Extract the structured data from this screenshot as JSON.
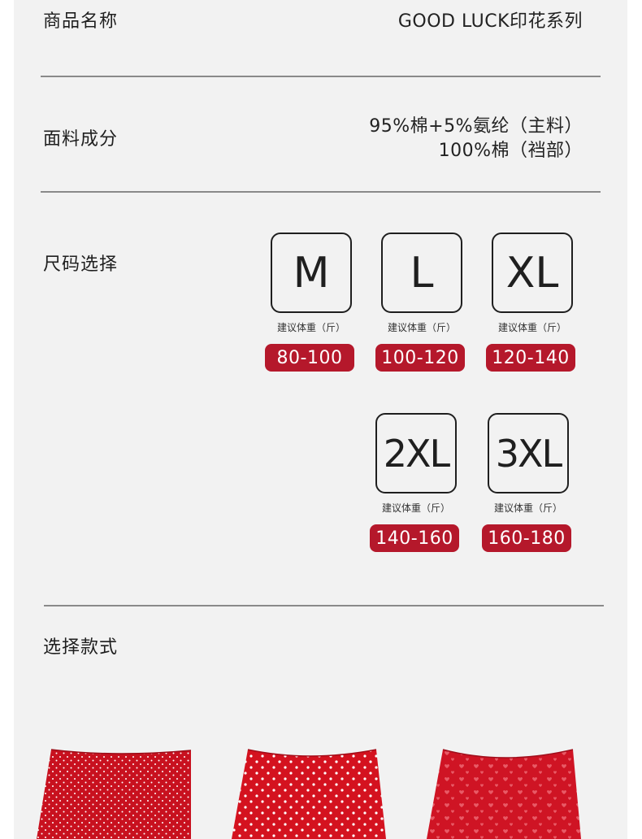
{
  "rows": {
    "name": {
      "label": "商品名称",
      "value": "GOOD LUCK印花系列"
    },
    "fabric": {
      "label": "面料成分",
      "value_lines": [
        "95%棉+5%氨纶（主料）",
        "100%棉（裆部）"
      ]
    },
    "size": {
      "label": "尺码选择"
    },
    "style": {
      "label": "选择款式"
    }
  },
  "sizes": [
    {
      "size": "M",
      "weight_label": "建议体重（斤）",
      "weight_range": "80-100"
    },
    {
      "size": "L",
      "weight_label": "建议体重（斤）",
      "weight_range": "100-120"
    },
    {
      "size": "XL",
      "weight_label": "建议体重（斤）",
      "weight_range": "120-140"
    },
    {
      "size": "2XL",
      "weight_label": "建议体重（斤）",
      "weight_range": "140-160"
    },
    {
      "size": "3XL",
      "weight_label": "建议体重（斤）",
      "weight_range": "160-180"
    }
  ],
  "styles": [
    {
      "pattern": "small-white-dots",
      "color": "#c8111f"
    },
    {
      "pattern": "white-dots",
      "color": "#d4121f"
    },
    {
      "pattern": "tiny-hearts",
      "color": "#cf1424"
    }
  ],
  "colors": {
    "accent": "#b5182b",
    "panel": "#f2f2f2",
    "text": "#1f1f1f"
  }
}
